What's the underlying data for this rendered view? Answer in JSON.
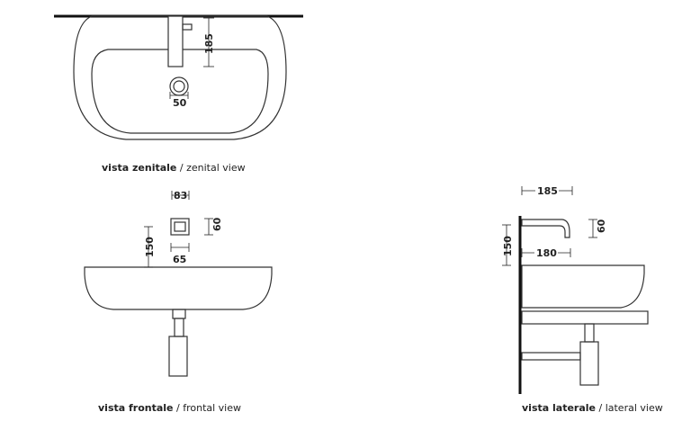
{
  "zenital": {
    "dim_depth": "185",
    "dim_drain": "50",
    "caption_bold": "vista zenitale",
    "caption_rest": " / zenital view"
  },
  "frontal": {
    "dim_top": "83",
    "dim_side": "60",
    "dim_height": "150",
    "dim_width": "65",
    "caption_bold": "vista frontale",
    "caption_rest": " / frontal view"
  },
  "lateral": {
    "dim_top": "185",
    "dim_side": "60",
    "dim_height": "150",
    "dim_spout": "180",
    "caption_bold": "vista laterale",
    "caption_rest": " / lateral view"
  },
  "colors": {
    "line": "#333333",
    "wall": "#111111"
  }
}
